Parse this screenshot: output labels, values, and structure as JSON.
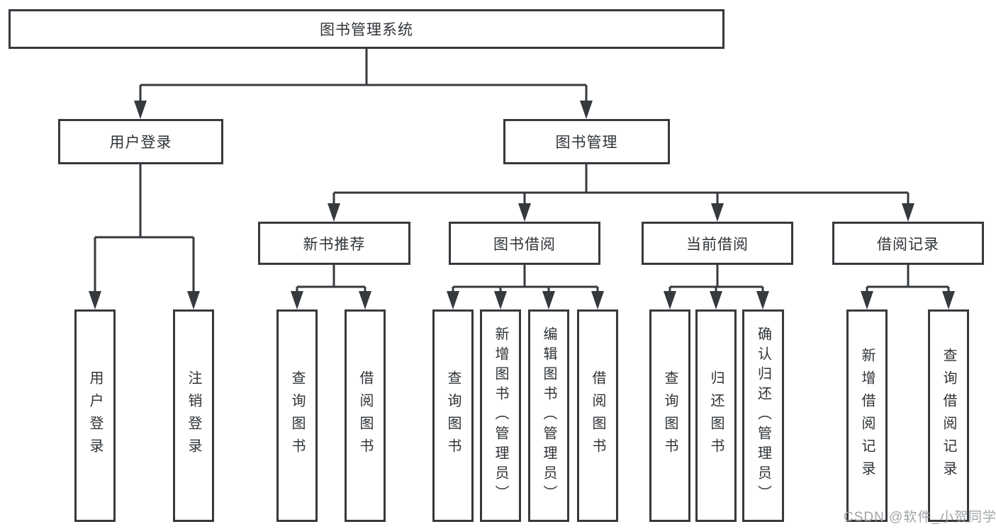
{
  "colors": {
    "line": "#36393d",
    "text": "#2f3337",
    "box_background": "#ffffff",
    "page_background": "#ffffff",
    "watermark": "#989ca0"
  },
  "watermark": {
    "text": "CSDN @软件_小贺同学"
  },
  "diagram": {
    "type": "hierarchy",
    "title": "图书管理系统",
    "nodes": [
      {
        "id": "root",
        "label": "图书管理系统",
        "level": 1,
        "parent": null
      },
      {
        "id": "user-login",
        "label": "用户登录",
        "level": 2,
        "parent": "root"
      },
      {
        "id": "book-management",
        "label": "图书管理",
        "level": 2,
        "parent": "root"
      },
      {
        "id": "new-book-recommend",
        "label": "新书推荐",
        "level": 3,
        "parent": "book-management"
      },
      {
        "id": "book-borrow",
        "label": "图书借阅",
        "level": 3,
        "parent": "book-management"
      },
      {
        "id": "current-borrow",
        "label": "当前借阅",
        "level": 3,
        "parent": "book-management"
      },
      {
        "id": "borrow-records",
        "label": "借阅记录",
        "level": 3,
        "parent": "book-management"
      },
      {
        "id": "leaf-user-login",
        "label": "用户登录",
        "level": 4,
        "parent": "user-login"
      },
      {
        "id": "leaf-logout",
        "label": "注销登录",
        "level": 4,
        "parent": "user-login"
      },
      {
        "id": "leaf-query-book-1",
        "label": "查询图书",
        "level": 4,
        "parent": "new-book-recommend"
      },
      {
        "id": "leaf-borrow-book-1",
        "label": "借阅图书",
        "level": 4,
        "parent": "new-book-recommend"
      },
      {
        "id": "leaf-query-book-2",
        "label": "查询图书",
        "level": 4,
        "parent": "book-borrow"
      },
      {
        "id": "leaf-add-book",
        "label": "新增图书（管理员）",
        "level": 4,
        "parent": "book-borrow"
      },
      {
        "id": "leaf-edit-book",
        "label": "编辑图书（管理员）",
        "level": 4,
        "parent": "book-borrow"
      },
      {
        "id": "leaf-borrow-book-2",
        "label": "借阅图书",
        "level": 4,
        "parent": "book-borrow"
      },
      {
        "id": "leaf-query-book-3",
        "label": "查询图书",
        "level": 4,
        "parent": "current-borrow"
      },
      {
        "id": "leaf-return-book",
        "label": "归还图书",
        "level": 4,
        "parent": "current-borrow"
      },
      {
        "id": "leaf-confirm-return",
        "label": "确认归还（管理员）",
        "level": 4,
        "parent": "current-borrow"
      },
      {
        "id": "leaf-add-record",
        "label": "新增借阅记录",
        "level": 4,
        "parent": "borrow-records"
      },
      {
        "id": "leaf-query-record",
        "label": "查询借阅记录",
        "level": 4,
        "parent": "borrow-records"
      }
    ]
  }
}
